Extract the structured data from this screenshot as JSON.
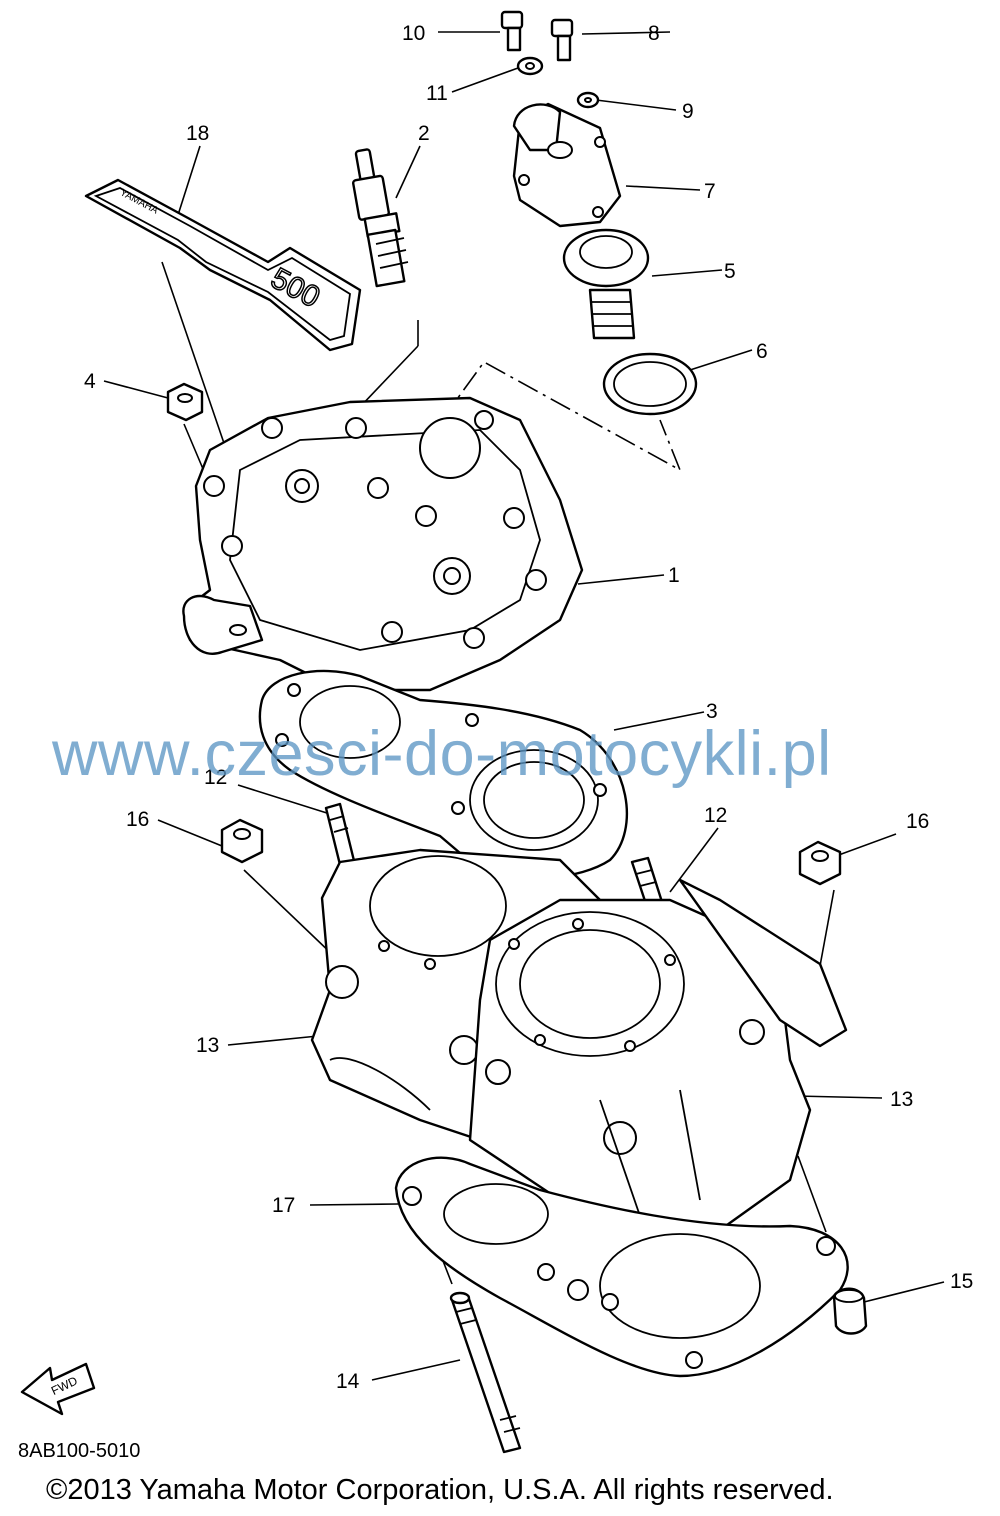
{
  "watermark": "www.czesci-do-motocykli.pl",
  "diagram_code": "8AB100-5010",
  "copyright": "©2013 Yamaha Motor Corporation, U.S.A. All rights reserved.",
  "fwd_label": "FWD",
  "cover_brand": "YAMAHA",
  "cover_model": "500",
  "callouts": {
    "p1": "1",
    "p2": "2",
    "p3": "3",
    "p4": "4",
    "p5": "5",
    "p6": "6",
    "p7": "7",
    "p8": "8",
    "p9": "9",
    "p10": "10",
    "p11": "11",
    "p12a": "12",
    "p12b": "12",
    "p13a": "13",
    "p13b": "13",
    "p14": "14",
    "p15": "15",
    "p16a": "16",
    "p16b": "16",
    "p17": "17",
    "p18": "18"
  }
}
